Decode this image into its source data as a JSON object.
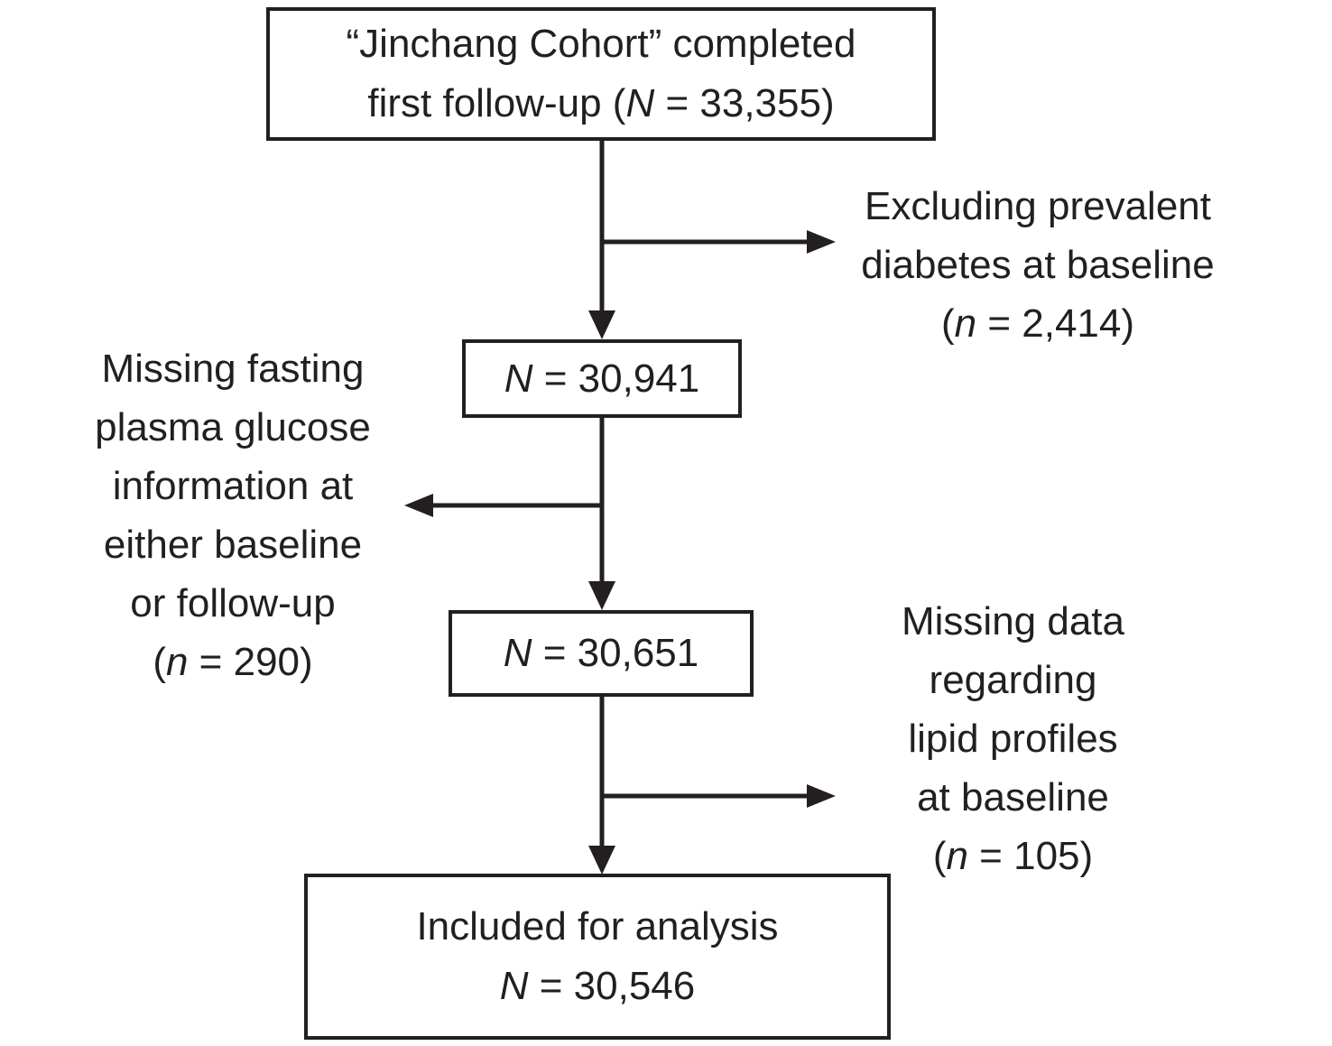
{
  "diagram": {
    "background": "#ffffff",
    "line_color": "#231f20",
    "text_color": "#231f20",
    "nodes": {
      "cohort": {
        "lines": [
          {
            "pre": "“Jinchang Cohort” completed"
          },
          {
            "pre": "first follow-up (",
            "var": "N",
            "post": " = 33,355)"
          }
        ]
      },
      "after_diabetes_exclusion": {
        "lines": [
          {
            "var": "N",
            "post": " = 30,941"
          }
        ]
      },
      "after_fpg_exclusion": {
        "lines": [
          {
            "var": "N",
            "post": " = 30,651"
          }
        ]
      },
      "included": {
        "lines": [
          {
            "pre": "Included for analysis"
          },
          {
            "var": "N",
            "post": " = 30,546"
          }
        ]
      }
    },
    "exclusions": {
      "diabetes": {
        "lines": [
          {
            "pre": "Excluding prevalent"
          },
          {
            "pre": "diabetes at baseline"
          },
          {
            "pre": "(",
            "var": "n",
            "post": " = 2,414)"
          }
        ]
      },
      "fpg": {
        "lines": [
          {
            "pre": "Missing fasting"
          },
          {
            "pre": "plasma glucose"
          },
          {
            "pre": "information at"
          },
          {
            "pre": "either baseline"
          },
          {
            "pre": "or follow-up"
          },
          {
            "pre": "(",
            "var": "n",
            "post": " = 290)"
          }
        ]
      },
      "lipid": {
        "lines": [
          {
            "pre": "Missing data"
          },
          {
            "pre": "regarding"
          },
          {
            "pre": "lipid profiles"
          },
          {
            "pre": "at baseline"
          },
          {
            "pre": "(",
            "var": "n",
            "post": " = 105)"
          }
        ]
      }
    }
  }
}
